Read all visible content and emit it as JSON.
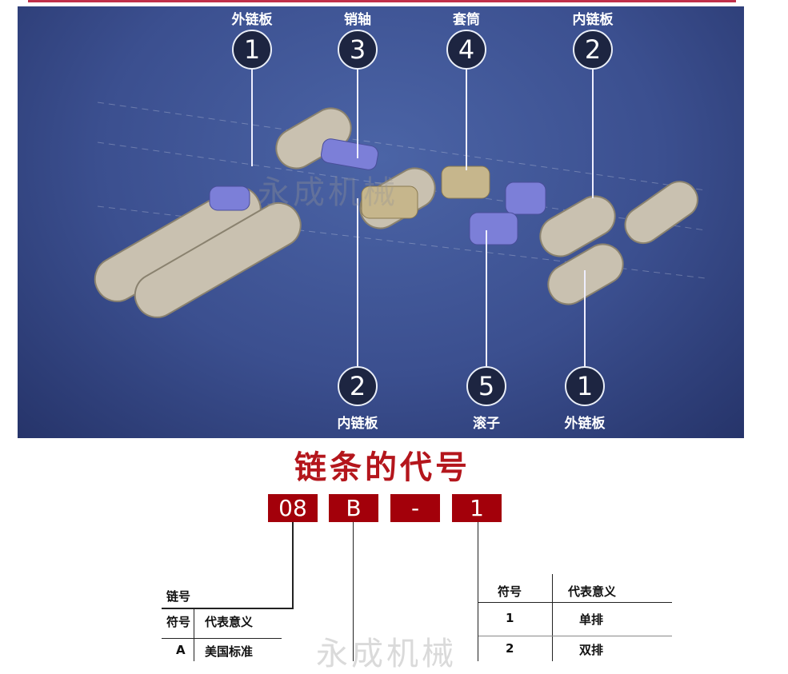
{
  "diagram": {
    "top_callouts": [
      {
        "label": "外链板",
        "number": "1"
      },
      {
        "label": "销轴",
        "number": "3"
      },
      {
        "label": "套筒",
        "number": "4"
      },
      {
        "label": "内链板",
        "number": "2"
      }
    ],
    "bottom_callouts": [
      {
        "label": "内链板",
        "number": "2"
      },
      {
        "label": "滚子",
        "number": "5"
      },
      {
        "label": "外链板",
        "number": "1"
      }
    ],
    "watermark": "永成机械"
  },
  "code": {
    "title": "链条的代号",
    "parts": [
      "08",
      "B",
      "-",
      "1"
    ],
    "color": "#a3000a"
  },
  "left_table": {
    "caption": "链号",
    "headers": [
      "符号",
      "代表意义"
    ],
    "rows": [
      [
        "A",
        "美国标准"
      ]
    ]
  },
  "right_table": {
    "headers": [
      "符号",
      "代表意义"
    ],
    "rows": [
      [
        "1",
        "单排"
      ],
      [
        "2",
        "双排"
      ]
    ]
  }
}
